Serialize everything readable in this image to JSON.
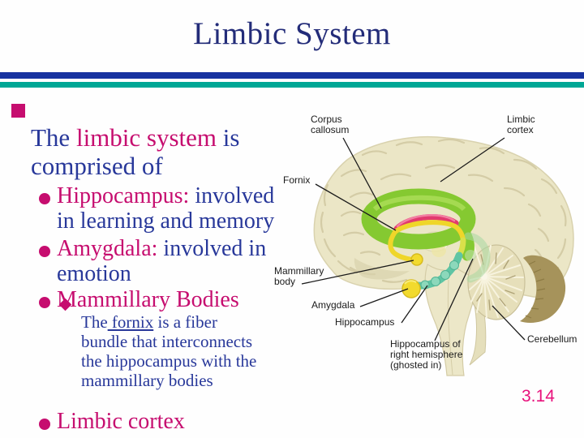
{
  "slide": {
    "title": "Limbic System",
    "page_number": "3.14",
    "colors": {
      "title_navy": "#232c79",
      "body_navy": "#28389a",
      "text_magenta": "#c60d6f",
      "page_number_pink": "#e8117c",
      "bar_blue": "#1733a0",
      "bar_teal": "#00a795",
      "brain_beige": "#ebe6c6",
      "limbic_ring_green": "#85c931",
      "fornix_yellow": "#efd629",
      "corpus_pink": "#e23a6e",
      "hippocampus_teal": "#5fc5a4"
    }
  },
  "icons": {
    "level1_bullet": "square",
    "level2_bullet": "circle",
    "level3_bullet": "diamond"
  },
  "bullets": [
    {
      "level": 1,
      "runs": [
        {
          "t": "The ",
          "c": "navy"
        },
        {
          "t": "limbic system",
          "c": "magenta"
        },
        {
          "t": " is\ncomprised of",
          "c": "navy"
        }
      ]
    },
    {
      "level": 2,
      "runs": [
        {
          "t": "Hippocampus:",
          "c": "magenta"
        },
        {
          "t": " involved\nin learning and memory",
          "c": "navy"
        }
      ]
    },
    {
      "level": 2,
      "runs": [
        {
          "t": "Amygdala:",
          "c": "magenta"
        },
        {
          "t": " involved in\nemotion",
          "c": "navy"
        }
      ]
    },
    {
      "level": 2,
      "runs": [
        {
          "t": "Mammillary Bodies",
          "c": "magenta"
        }
      ]
    },
    {
      "level": 3,
      "runs": [
        {
          "t": "The",
          "c": "navy"
        },
        {
          "t": " fornix",
          "c": "navy",
          "underline": true
        },
        {
          "t": " is a fiber\nbundle that interconnects\nthe hippocampus with the\nmammillary bodies",
          "c": "navy"
        }
      ]
    },
    {
      "level": 2,
      "runs": [
        {
          "t": "Limbic cortex",
          "c": "magenta"
        }
      ]
    }
  ],
  "diagram": {
    "labels": {
      "corpus_callosum": "Corpus\ncallosum",
      "limbic_cortex": "Limbic\ncortex",
      "fornix": "Fornix",
      "mammillary_body": "Mammillary\nbody",
      "amygdala": "Amygdala",
      "hippocampus": "Hippocampus",
      "hippocampus_right": "Hippocampus of\nright hemisphere\n(ghosted in)",
      "cerebellum": "Cerebellum"
    }
  }
}
